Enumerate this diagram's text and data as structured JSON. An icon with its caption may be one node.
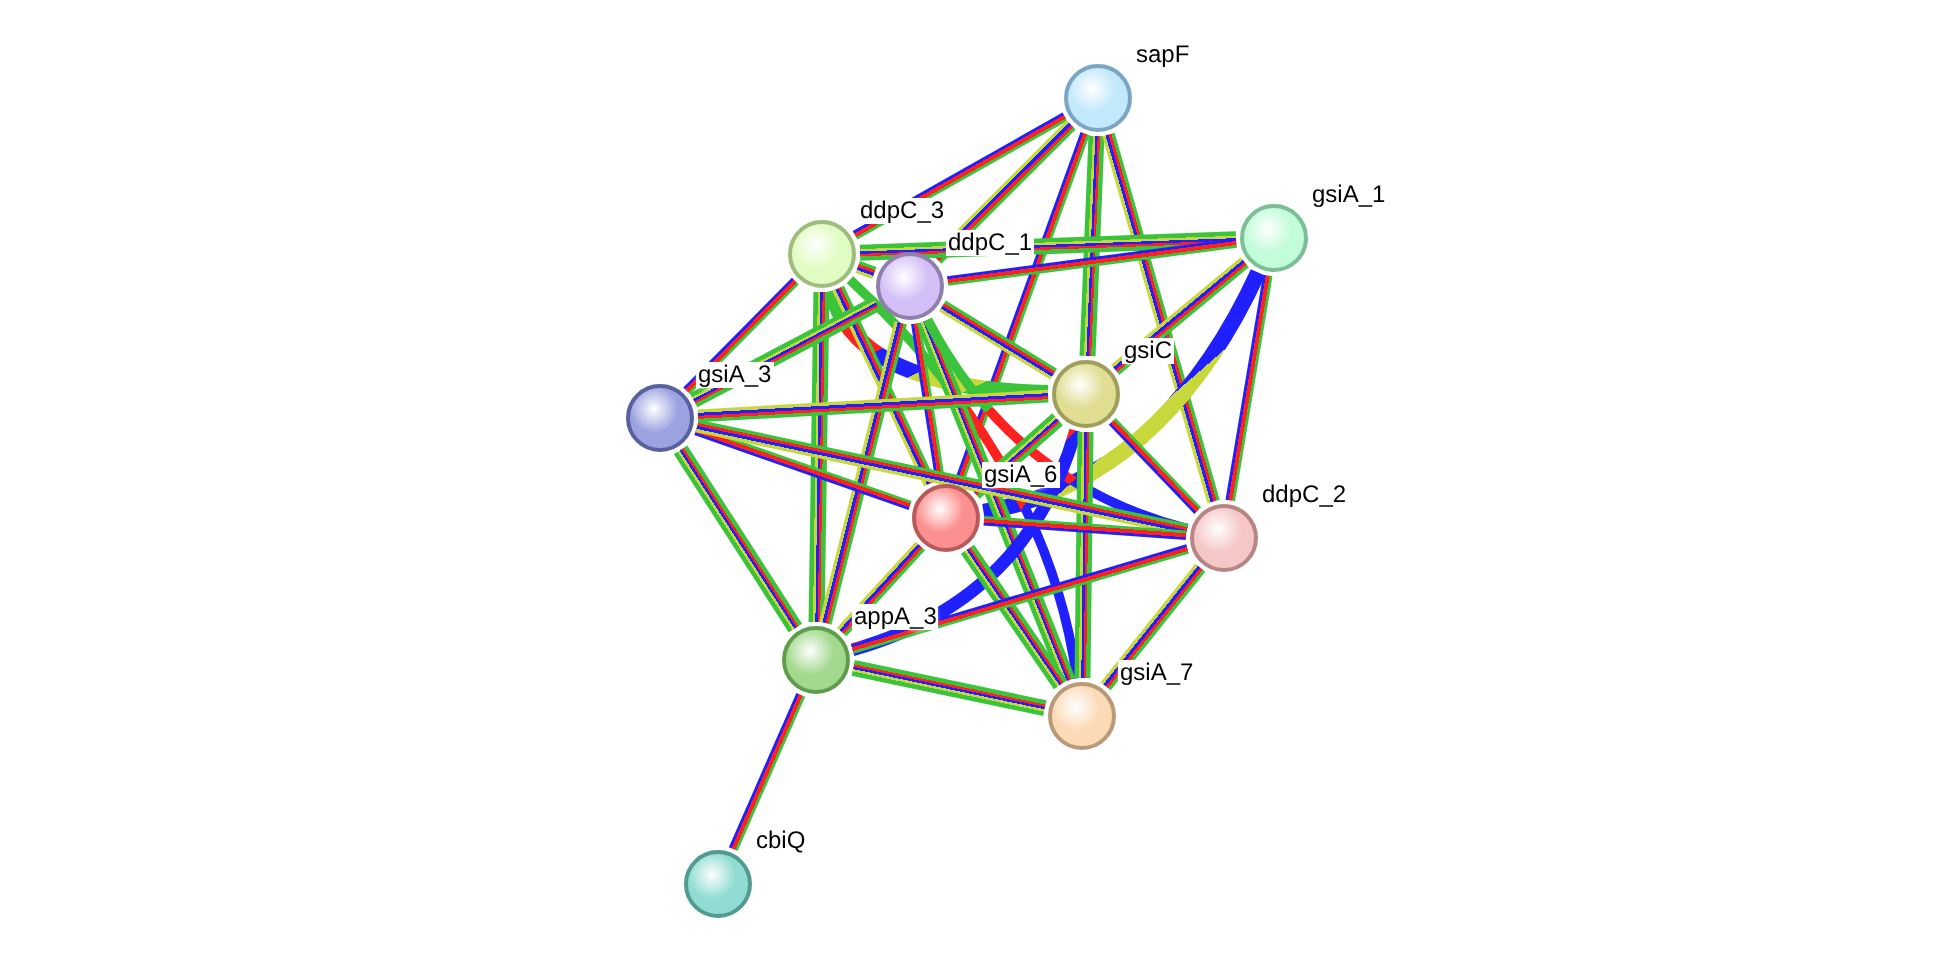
{
  "diagram": {
    "nodes": [
      {
        "text": [
          "sapF"
        ]
      },
      {
        "text": [
          "gsiA_1"
        ]
      },
      {
        "text": [
          "ddpC_3"
        ]
      },
      {
        "text": [
          "ddpC_1"
        ]
      },
      {
        "text": [
          "gsiC"
        ]
      },
      {
        "text": [
          "gsiA_3"
        ]
      },
      {
        "text": [
          "gsiA_6"
        ]
      },
      {
        "text": [
          "ddpC_2"
        ]
      },
      {
        "text": [
          "appA_3"
        ]
      },
      {
        "text": [
          "gsiA_7"
        ]
      },
      {
        "text": [
          "cbiQ"
        ]
      }
    ],
    "edges": [
      {
        "from": 0,
        "to": 2,
        "arrow": "none"
      },
      {
        "from": 0,
        "to": 3,
        "arrow": "none"
      },
      {
        "from": 0,
        "to": 4,
        "arrow": "none"
      },
      {
        "from": 0,
        "to": 6,
        "arrow": "none"
      },
      {
        "from": 0,
        "to": 7,
        "arrow": "none"
      },
      {
        "from": 1,
        "to": 2,
        "arrow": "none"
      },
      {
        "from": 1,
        "to": 3,
        "arrow": "none"
      },
      {
        "from": 1,
        "to": 4,
        "arrow": "none"
      },
      {
        "from": 1,
        "to": 6,
        "arrow": "none"
      },
      {
        "from": 1,
        "to": 7,
        "arrow": "none"
      },
      {
        "from": 2,
        "to": 3,
        "arrow": "none"
      },
      {
        "from": 2,
        "to": 4,
        "arrow": "none"
      },
      {
        "from": 2,
        "to": 5,
        "arrow": "none"
      },
      {
        "from": 2,
        "to": 6,
        "arrow": "none"
      },
      {
        "from": 2,
        "to": 8,
        "arrow": "none"
      },
      {
        "from": 2,
        "to": 9,
        "arrow": "none"
      },
      {
        "from": 3,
        "to": 4,
        "arrow": "none"
      },
      {
        "from": 3,
        "to": 5,
        "arrow": "none"
      },
      {
        "from": 3,
        "to": 6,
        "arrow": "none"
      },
      {
        "from": 3,
        "to": 8,
        "arrow": "none"
      },
      {
        "from": 3,
        "to": 9,
        "arrow": "none"
      },
      {
        "from": 3,
        "to": 7,
        "arrow": "none"
      },
      {
        "from": 4,
        "to": 5,
        "arrow": "none"
      },
      {
        "from": 4,
        "to": 6,
        "arrow": "none"
      },
      {
        "from": 4,
        "to": 7,
        "arrow": "none"
      },
      {
        "from": 4,
        "to": 8,
        "arrow": "none"
      },
      {
        "from": 4,
        "to": 9,
        "arrow": "none"
      },
      {
        "from": 5,
        "to": 6,
        "arrow": "none"
      },
      {
        "from": 5,
        "to": 7,
        "arrow": "none"
      },
      {
        "from": 5,
        "to": 8,
        "arrow": "none"
      },
      {
        "from": 6,
        "to": 7,
        "arrow": "none"
      },
      {
        "from": 6,
        "to": 8,
        "arrow": "none"
      },
      {
        "from": 6,
        "to": 9,
        "arrow": "none"
      },
      {
        "from": 7,
        "to": 8,
        "arrow": "none"
      },
      {
        "from": 7,
        "to": 9,
        "arrow": "none"
      },
      {
        "from": 8,
        "to": 9,
        "arrow": "none"
      },
      {
        "from": 8,
        "to": 10,
        "arrow": "none"
      }
    ]
  }
}
